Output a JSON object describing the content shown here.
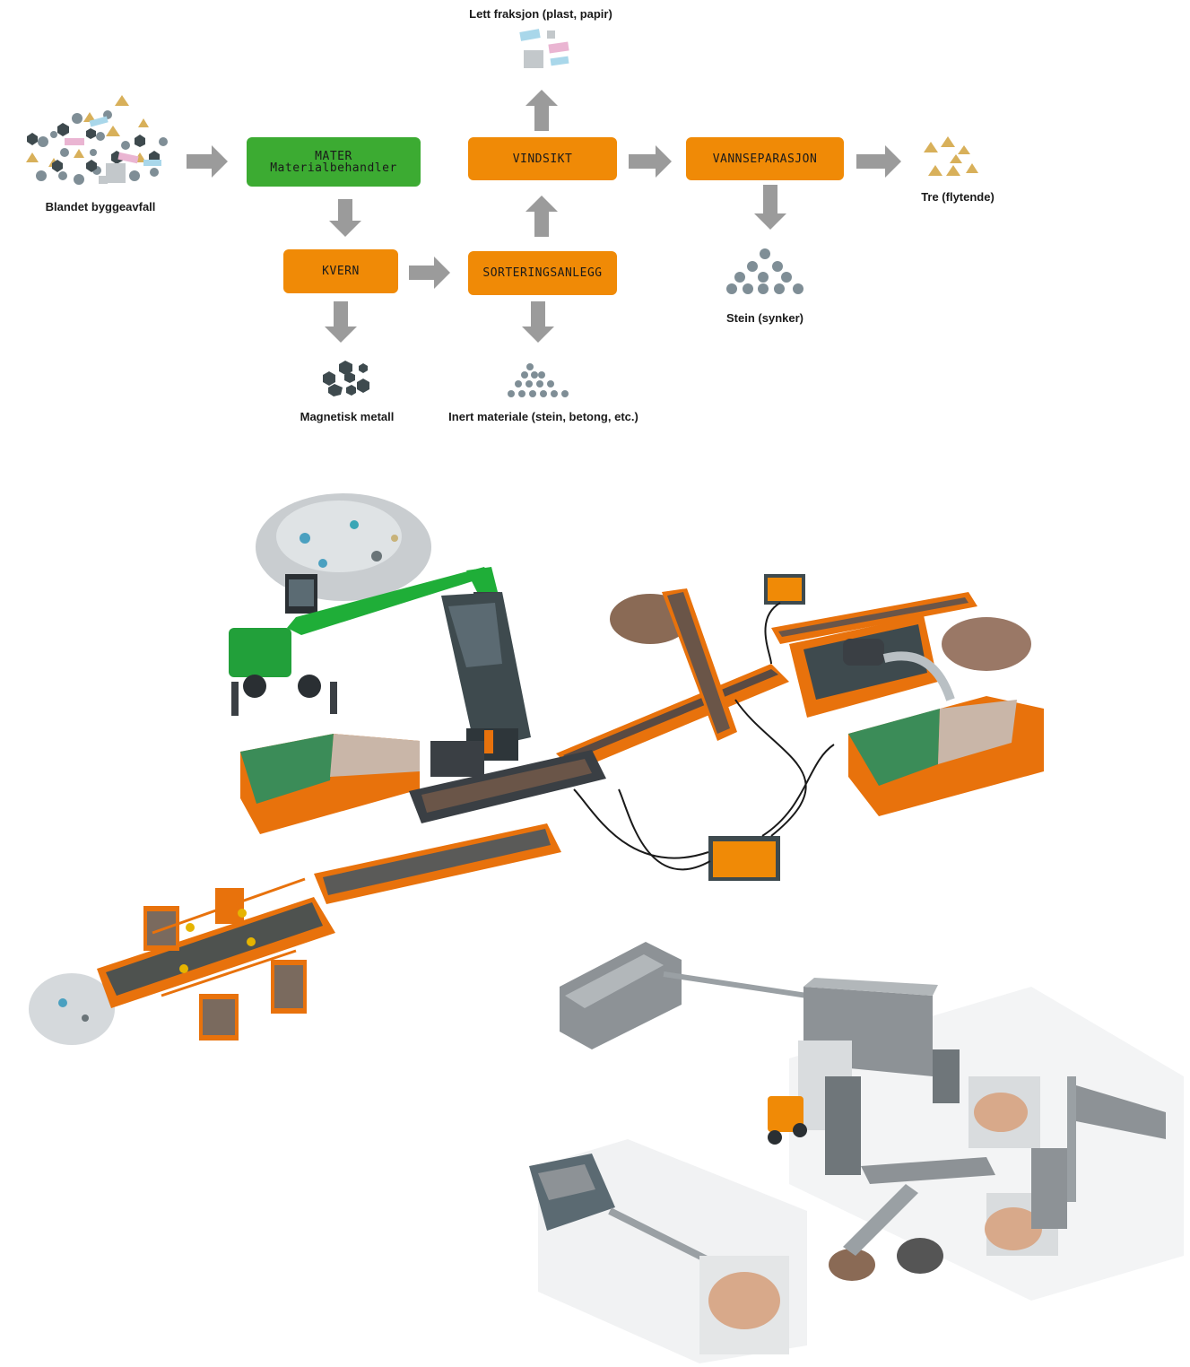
{
  "flow": {
    "feeder_title": "MATER",
    "feeder_sub": "Materialbehandler",
    "shredder": "KVERN",
    "sorting": "SORTERINGSANLEGG",
    "windsifter": "VINDSIKT",
    "waterseparation": "VANNSEPARASJON"
  },
  "outputs": {
    "input": "Blandet byggeavfall",
    "light": "Lett fraksjon (plast, papir)",
    "wood": "Tre (flytende)",
    "stone": "Stein (synker)",
    "metal": "Magnetisk metall",
    "inert": "Inert materiale (stein, betong, etc.)"
  },
  "colors": {
    "orange": "#f08a06",
    "green": "#3cab32",
    "arrow": "#9b9b9b",
    "stone": "#7f8e96",
    "dark": "#3e4a4e",
    "gold": "#d8b05a",
    "pink": "#eab5d2",
    "blue": "#a9d7ea",
    "lightgrey": "#c3c8cb"
  }
}
